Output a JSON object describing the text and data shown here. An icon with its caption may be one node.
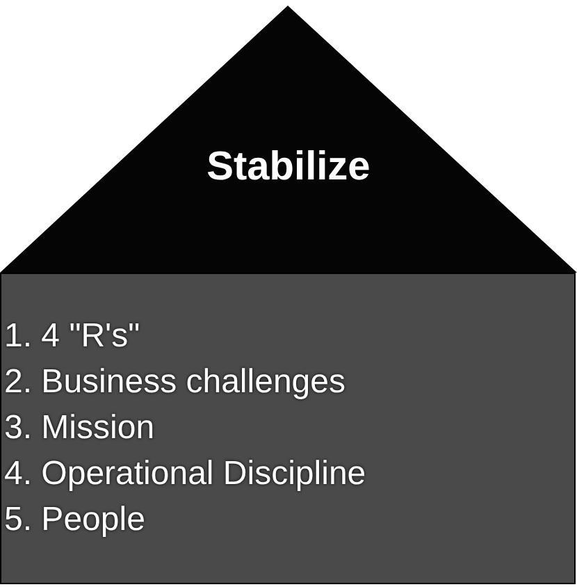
{
  "diagram": {
    "nodes": [
      {
        "text": [
          "Stabilize"
        ]
      },
      {
        "text": [
          "1. 4 \"R's\"",
          "2. Business challenges",
          "3. Mission",
          "4. Operational Discipline",
          "5. People"
        ]
      }
    ]
  }
}
